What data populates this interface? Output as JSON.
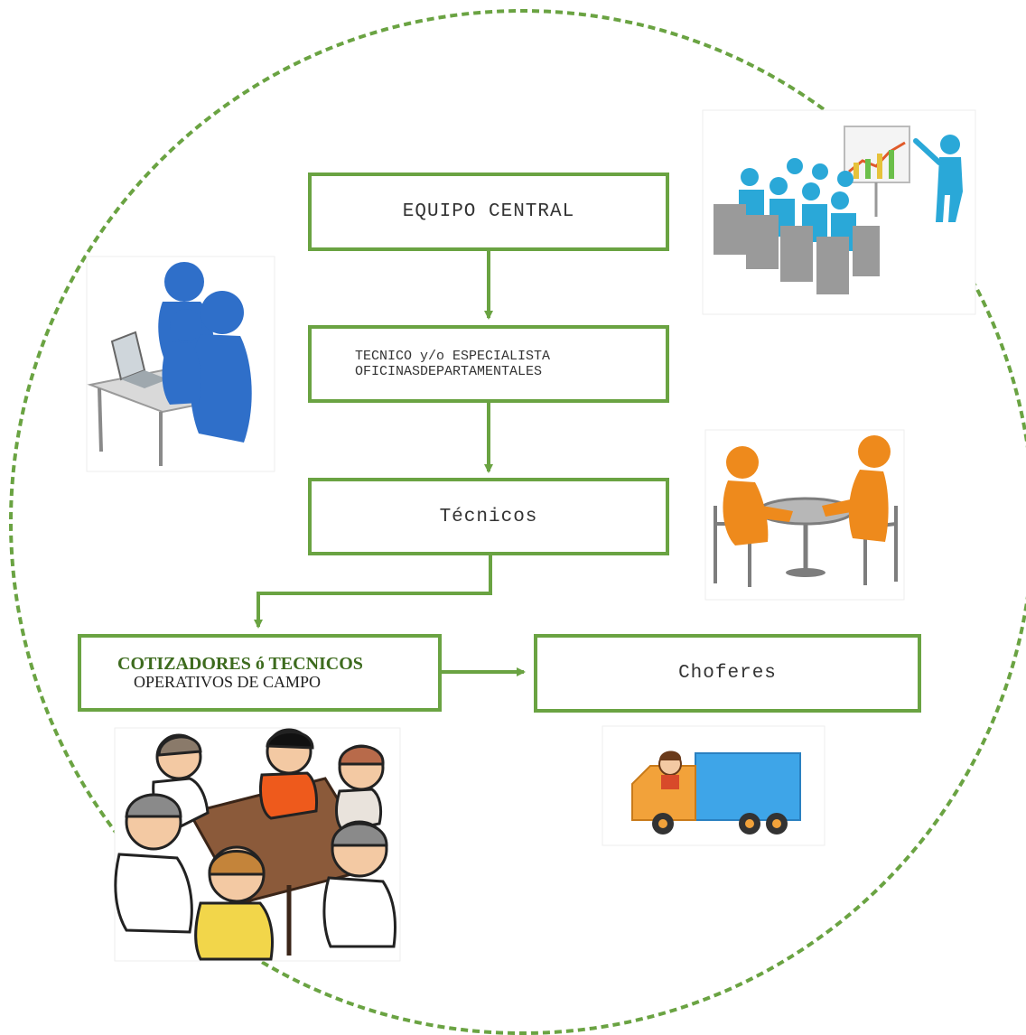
{
  "nodes": {
    "equipo_central": "EQUIPO CENTRAL",
    "tecnico_line1": "TECNICO y/o ESPECIALISTA",
    "tecnico_line2": "OFICINASDEPARTAMENTALES",
    "tecnicos": "Técnicos",
    "cotizadores_line1": "COTIZADORES ó TECNICOS",
    "cotizadores_line2": "OPERATIVOS DE CAMPO",
    "choferes": "Choferes"
  },
  "colors": {
    "accent_green": "#6aa342",
    "dark_green": "#3d6b1e",
    "icon_blue": "#3a8fd4",
    "icon_cyan": "#2aa8d8",
    "icon_orange": "#ee8a1c",
    "chair_gray": "#9a9a9a",
    "table_brown": "#8b5a3a",
    "truck_blue": "#3ea5e8",
    "truck_orange": "#f2a23a"
  },
  "icons": [
    "presentation-icon",
    "teamwork-computer-icon",
    "meeting-table-icon",
    "group-discussion-icon",
    "truck-driver-icon"
  ]
}
